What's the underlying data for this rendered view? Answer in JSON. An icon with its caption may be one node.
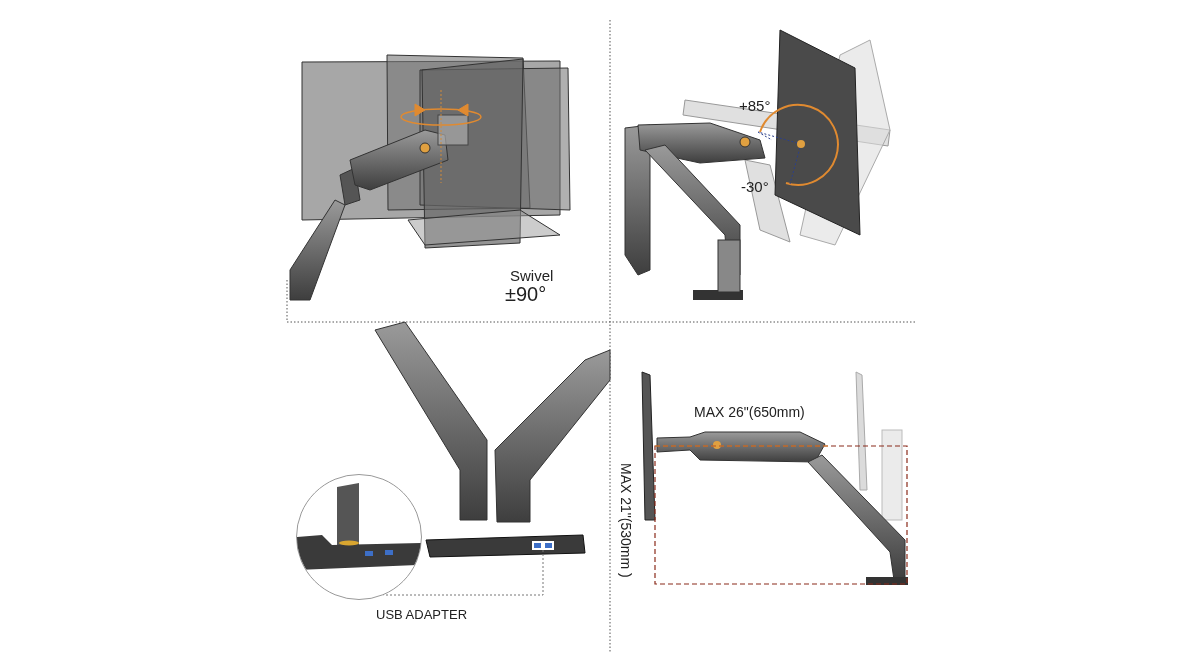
{
  "diagram": {
    "nodes": [
      {
        "text": [],
        "shape": "picture"
      },
      {
        "text": [],
        "shape": "picture"
      }
    ],
    "edges": [
      {
        "from": 1,
        "to": 0,
        "arrow": "none",
        "style": "dashed"
      }
    ],
    "labels": [
      "Swivel",
      "±90°",
      "+85°",
      "-30°",
      "USB ADAPTER",
      "MAX 26\"(650mm)",
      "MAX 21\"(530mm )"
    ]
  }
}
